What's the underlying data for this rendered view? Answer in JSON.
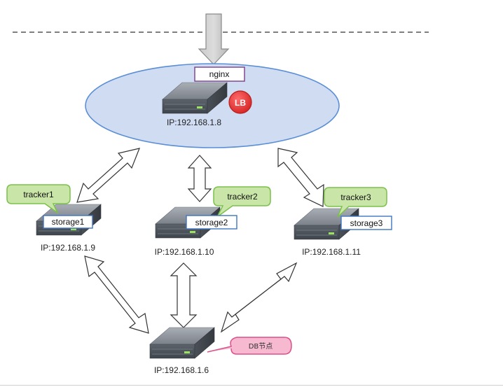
{
  "lb": {
    "box_label": "nginx",
    "badge": "LB",
    "ip": "IP:192.168.1.8"
  },
  "nodes": [
    {
      "tracker": "tracker1",
      "storage": "storage1",
      "ip": "IP:192.168.1.9"
    },
    {
      "tracker": "tracker2",
      "storage": "storage2",
      "ip": "IP:192.168.1.10"
    },
    {
      "tracker": "tracker3",
      "storage": "storage3",
      "ip": "IP:192.168.1.11"
    }
  ],
  "db": {
    "ip": "IP:192.168.1.6",
    "label": "DB节点"
  },
  "colors": {
    "ellipse_fill": "#cfdcf2",
    "ellipse_stroke": "#5b8fd4",
    "tracker_fill": "#c9e5a8",
    "tracker_stroke": "#7cc04c",
    "storage_stroke": "#3f74c2",
    "nginx_stroke": "#7a3d8c",
    "lb_badge": "#e23b3b",
    "db_fill": "#f7b9d0",
    "db_stroke": "#d9518a",
    "server_body": "#5f6670"
  }
}
